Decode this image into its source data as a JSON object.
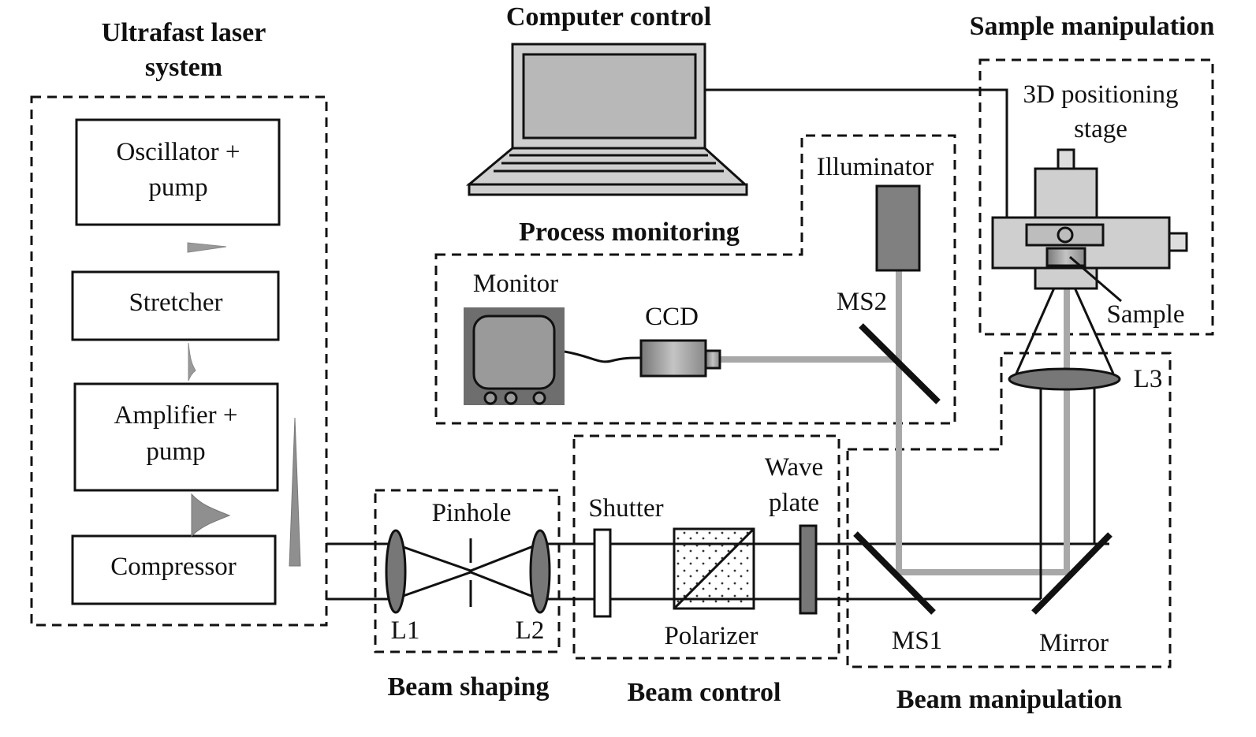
{
  "titles": {
    "ultrafast_line1": "Ultrafast laser",
    "ultrafast_line2": "system",
    "computer": "Computer control",
    "sample_manip": "Sample manipulation",
    "process": "Process monitoring",
    "beam_shaping": "Beam shaping",
    "beam_control": "Beam control",
    "beam_manip": "Beam manipulation"
  },
  "labels": {
    "oscillator_line1": "Oscillator +",
    "oscillator_line2": "pump",
    "stretcher": "Stretcher",
    "amplifier_line1": "Amplifier +",
    "amplifier_line2": "pump",
    "compressor": "Compressor",
    "pinhole": "Pinhole",
    "l1": "L1",
    "l2": "L2",
    "shutter": "Shutter",
    "polarizer": "Polarizer",
    "wave_line1": "Wave",
    "wave_line2": "plate",
    "ms1": "MS1",
    "mirror": "Mirror",
    "l3": "L3",
    "monitor": "Monitor",
    "ccd": "CCD",
    "ms2": "MS2",
    "illuminator": "Illuminator",
    "stage_line1": "3D positioning",
    "stage_line2": "stage",
    "sample": "Sample"
  }
}
